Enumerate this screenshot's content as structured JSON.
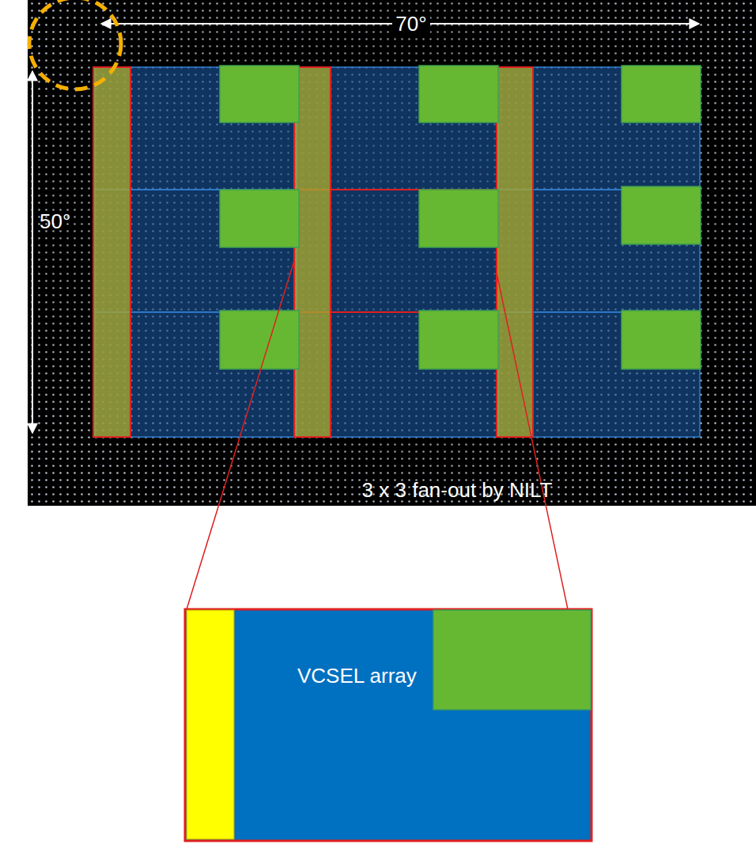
{
  "diagram": {
    "nodes": [
      {
        "text": [
          "VCSEL array"
        ]
      }
    ],
    "labels": [
      "70°",
      "50°",
      "3 x 3 fan-out by NILT"
    ]
  }
}
